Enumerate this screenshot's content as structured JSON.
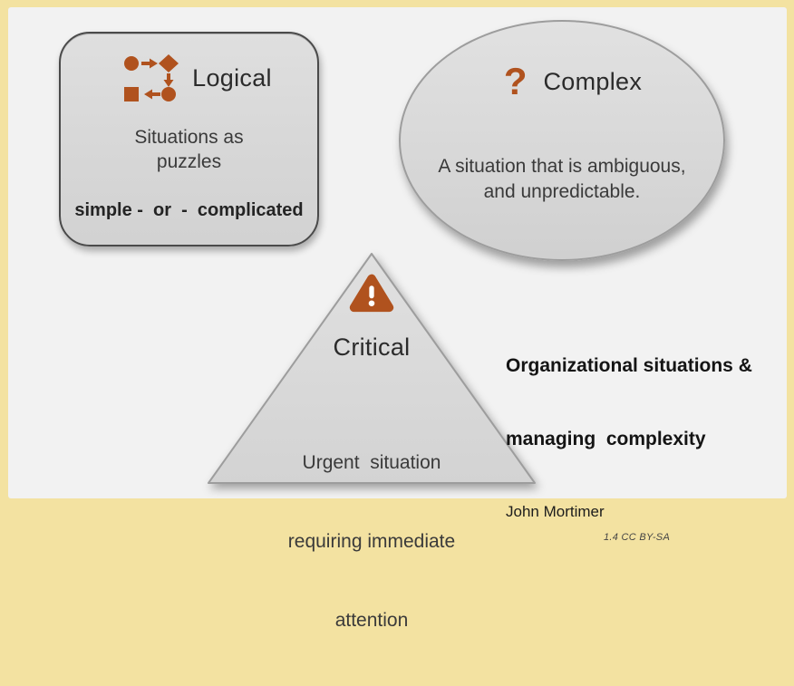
{
  "colors": {
    "frame": "#f3e2a1",
    "background": "#f2f2f2",
    "accent": "#b0521e",
    "shape_fill": "#d8d8d8"
  },
  "logical": {
    "title": "Logical",
    "lines": [
      "Situations as",
      "puzzles"
    ],
    "footer": "simple -  or  -  complicated"
  },
  "complex": {
    "title": "Complex",
    "question_mark": "?",
    "lines": [
      "A situation that is ambiguous,",
      "and unpredictable."
    ]
  },
  "critical": {
    "title": "Critical",
    "lines": [
      "Urgent  situation",
      "requiring immediate",
      "attention"
    ]
  },
  "caption": {
    "title_lines": [
      "Organizational situations &",
      "managing  complexity"
    ],
    "author": "John Mortimer",
    "license": "1.4 CC BY-SA"
  }
}
